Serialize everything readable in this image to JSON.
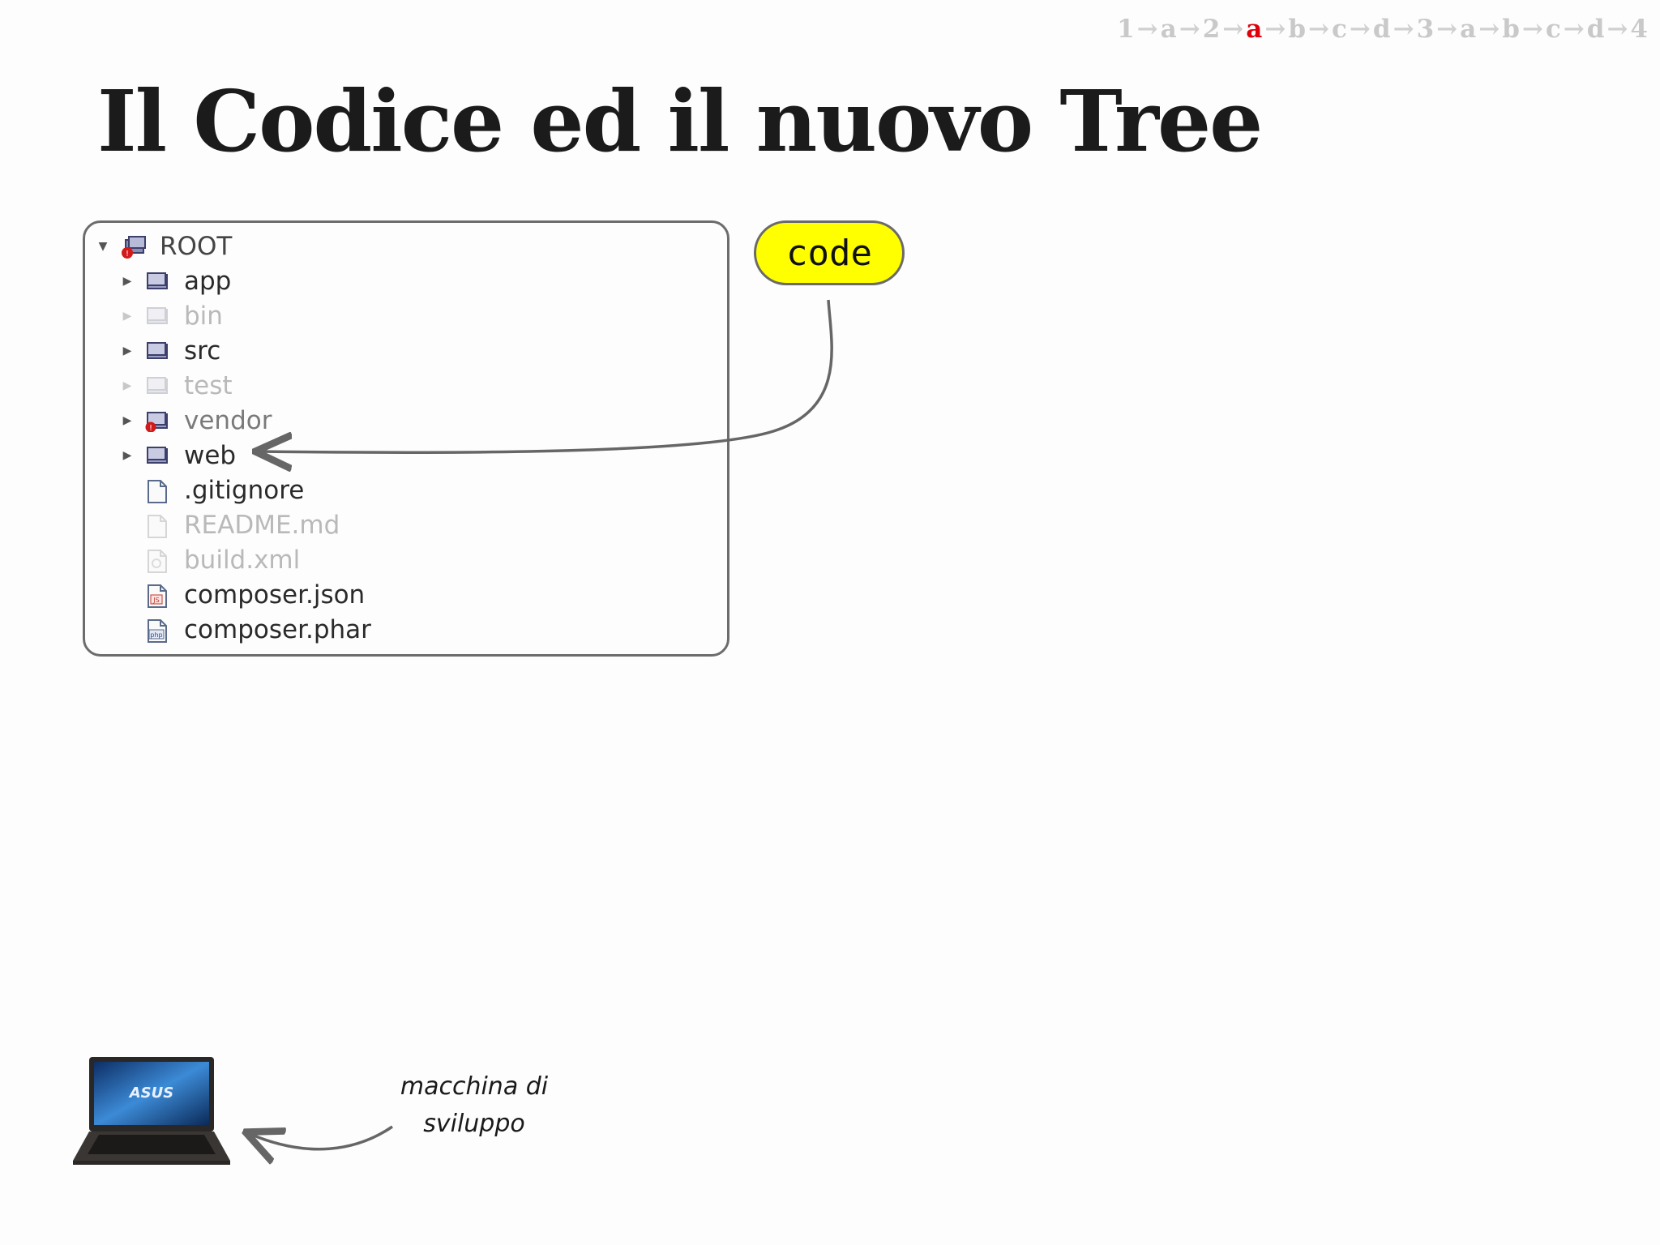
{
  "breadcrumb": {
    "steps": [
      "1",
      "a",
      "2",
      "a",
      "b",
      "c",
      "d",
      "3",
      "a",
      "b",
      "c",
      "d",
      "4"
    ],
    "active_index": 3,
    "active_color": "#e0000b",
    "separator": "→"
  },
  "title": "Il Codice ed il nuovo Tree",
  "tree": {
    "root": {
      "label": "ROOT",
      "icon": "project-error-icon"
    },
    "items": [
      {
        "label": "app",
        "icon": "folder-icon",
        "state": "normal",
        "expandable": true
      },
      {
        "label": "bin",
        "icon": "folder-icon",
        "state": "disabled",
        "expandable": true
      },
      {
        "label": "src",
        "icon": "folder-icon",
        "state": "normal",
        "expandable": true
      },
      {
        "label": "test",
        "icon": "folder-icon",
        "state": "disabled",
        "expandable": true
      },
      {
        "label": "vendor",
        "icon": "folder-error-icon",
        "state": "muted",
        "expandable": true
      },
      {
        "label": "web",
        "icon": "folder-icon",
        "state": "normal",
        "expandable": true
      },
      {
        "label": ".gitignore",
        "icon": "file-icon",
        "state": "normal",
        "expandable": false
      },
      {
        "label": "README.md",
        "icon": "file-icon",
        "state": "disabled",
        "expandable": false
      },
      {
        "label": "build.xml",
        "icon": "xml-file-icon",
        "state": "disabled",
        "expandable": false
      },
      {
        "label": "composer.json",
        "icon": "json-file-icon",
        "state": "normal",
        "expandable": false
      },
      {
        "label": "composer.phar",
        "icon": "php-file-icon",
        "state": "normal",
        "expandable": false
      }
    ]
  },
  "bubble": {
    "label": "code",
    "color": "#ffff00"
  },
  "laptop": {
    "brand": "ASUS"
  },
  "note": {
    "line1": "macchina di",
    "line2": "sviluppo"
  }
}
